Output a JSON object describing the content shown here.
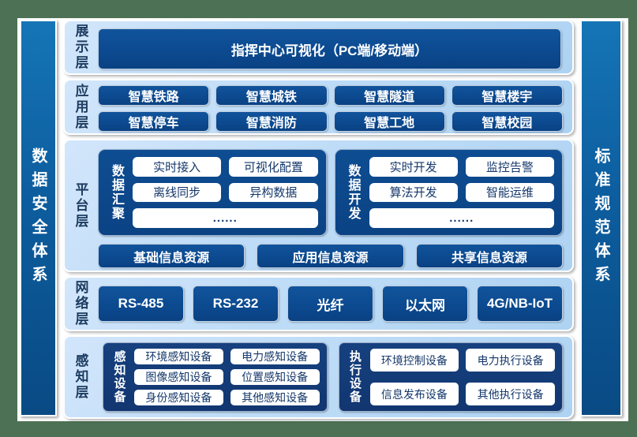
{
  "frame": {
    "border_color": "#4d7154",
    "panel_color": "#bedcf7",
    "accent_blue": "#0c4a90",
    "deep_navy": "#113670"
  },
  "side_bars": {
    "left": "数据安全体系",
    "right": "标准规范体系"
  },
  "layers": [
    {
      "label": "展示层",
      "box": "指挥中心可视化（PC端/移动端）"
    },
    {
      "label": "应用层",
      "boxes": [
        "智慧铁路",
        "智慧城铁",
        "智慧隧道",
        "智慧楼宇",
        "智慧停车",
        "智慧消防",
        "智慧工地",
        "智慧校园"
      ]
    },
    {
      "label": "平台层",
      "groups": [
        {
          "title": "数据汇聚",
          "items": [
            "实时接入",
            "可视化配置",
            "离线同步",
            "异构数据",
            "......"
          ]
        },
        {
          "title": "数据开发",
          "items": [
            "实时开发",
            "监控告警",
            "算法开发",
            "智能运维",
            "......"
          ]
        }
      ],
      "resources": [
        "基础信息资源",
        "应用信息资源",
        "共享信息资源"
      ]
    },
    {
      "label": "网络层",
      "boxes": [
        "RS-485",
        "RS-232",
        "光纤",
        "以太网",
        "4G/NB-IoT"
      ]
    },
    {
      "label": "感知层",
      "groups": [
        {
          "title": "感知设备",
          "items": [
            "环境感知设备",
            "电力感知设备",
            "图像感知设备",
            "位置感知设备",
            "身份感知设备",
            "其他感知设备"
          ]
        },
        {
          "title": "执行设备",
          "items": [
            "环境控制设备",
            "电力执行设备",
            "信息发布设备",
            "其他执行设备"
          ]
        }
      ]
    }
  ]
}
